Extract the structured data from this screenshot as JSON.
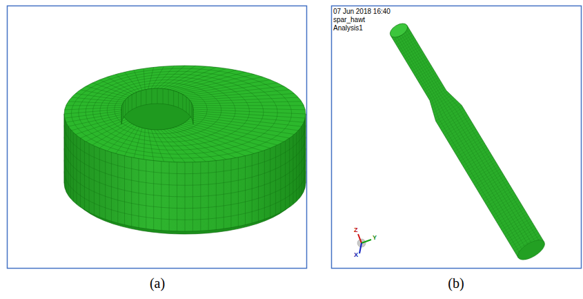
{
  "diagram": {
    "labels": [
      "07 Jun 2018 16:40",
      "spar_hawt",
      "Analysis1",
      "Z",
      "Y",
      "X",
      "(a)",
      "(b)"
    ]
  }
}
